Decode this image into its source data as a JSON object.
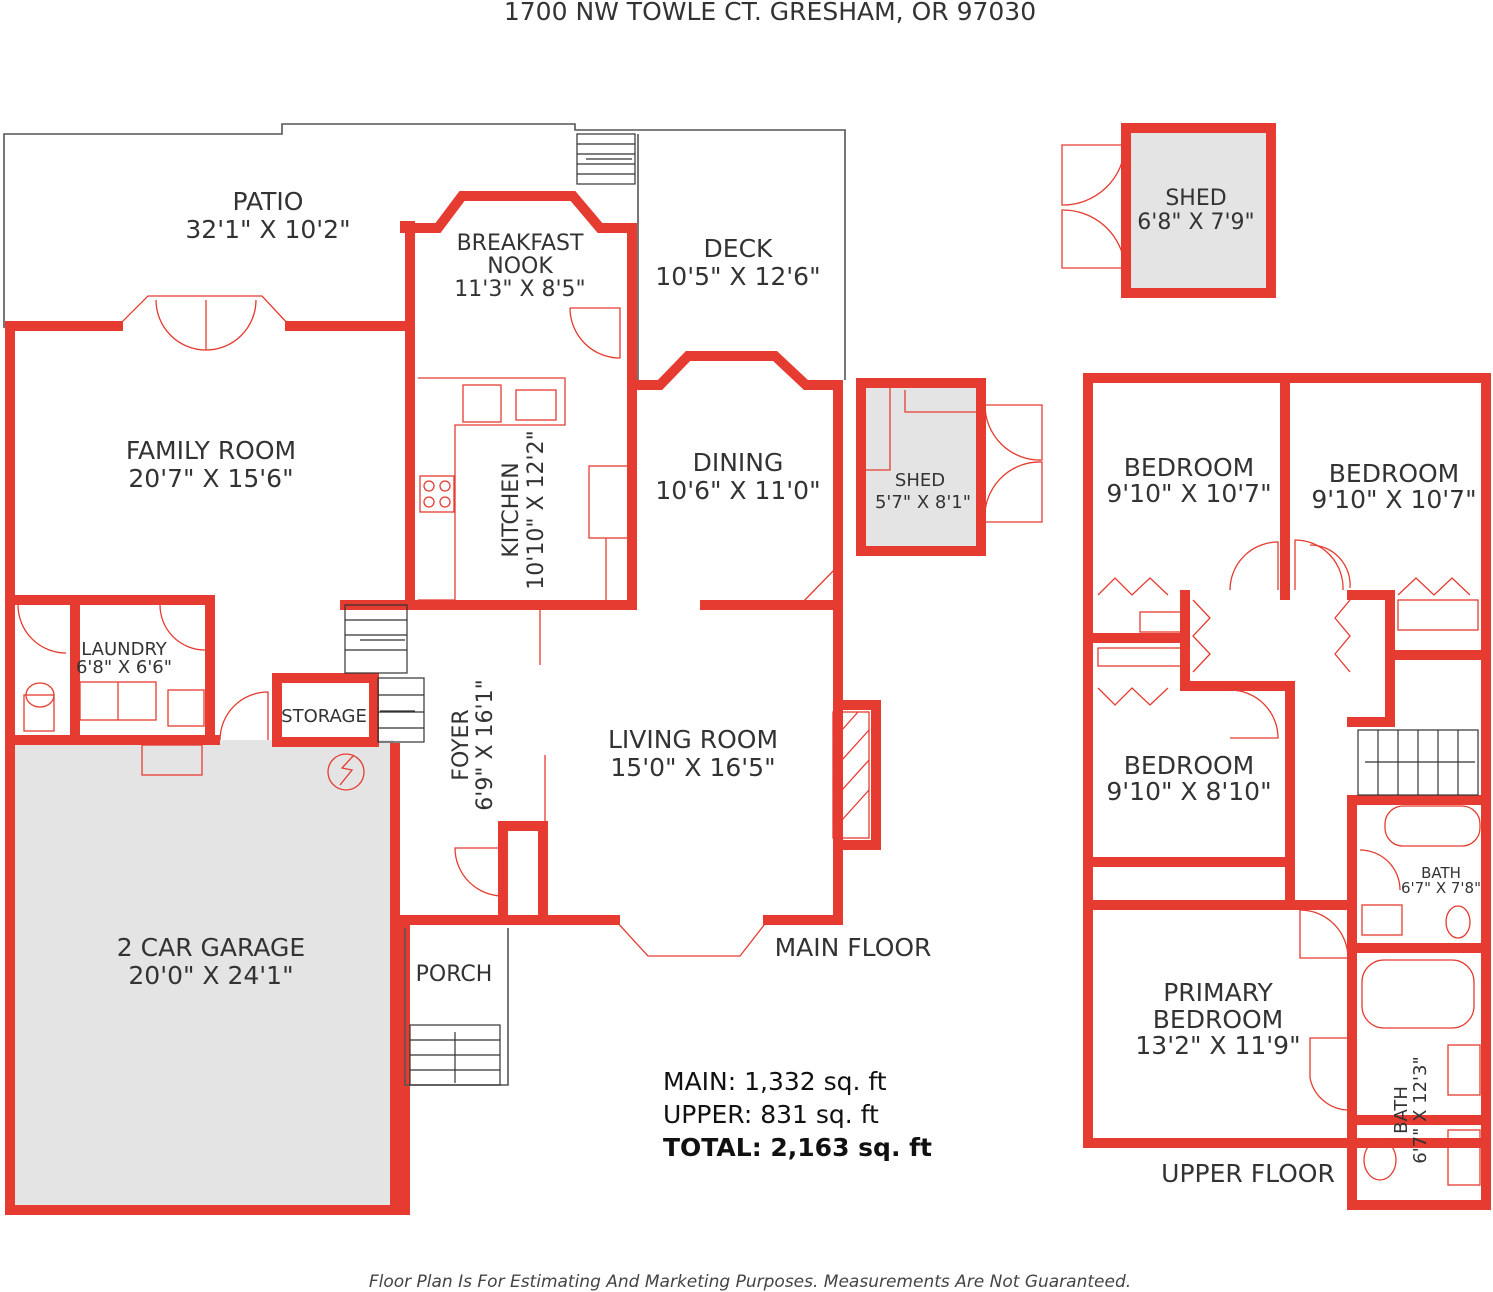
{
  "address": "1700 NW TOWLE CT. GRESHAM, OR 97030",
  "rooms": {
    "patio": {
      "name": "PATIO",
      "dim": "32'1\" X 10'2\""
    },
    "breakfast_nook": {
      "line1": "BREAKFAST",
      "line2": "NOOK",
      "dim": "11'3\" X 8'5\""
    },
    "deck": {
      "name": "DECK",
      "dim": "10'5\" X 12'6\""
    },
    "shed_top": {
      "name": "SHED",
      "dim": "6'8\" X 7'9\""
    },
    "family_room": {
      "name": "FAMILY ROOM",
      "dim": "20'7\" X 15'6\""
    },
    "kitchen": {
      "name": "KITCHEN",
      "dim": "10'10\" X 12'2\""
    },
    "dining": {
      "name": "DINING",
      "dim": "10'6\" X 11'0\""
    },
    "shed_small": {
      "name": "SHED",
      "dim": "5'7\" X 8'1\""
    },
    "laundry": {
      "name": "LAUNDRY",
      "dim": "6'8\" X 6'6\""
    },
    "storage": {
      "name": "STORAGE"
    },
    "foyer": {
      "name": "FOYER",
      "dim": "6'9\" X 16'1\""
    },
    "living_room": {
      "name": "LIVING ROOM",
      "dim": "15'0\" X 16'5\""
    },
    "garage": {
      "name": "2 CAR GARAGE",
      "dim": "20'0\" X 24'1\""
    },
    "porch": {
      "name": "PORCH"
    },
    "bedroom_1": {
      "name": "BEDROOM",
      "dim": "9'10\" X 10'7\""
    },
    "bedroom_2": {
      "name": "BEDROOM",
      "dim": "9'10\" X 10'7\""
    },
    "bedroom_3": {
      "name": "BEDROOM",
      "dim": "9'10\" X 8'10\""
    },
    "bath_upper": {
      "name": "BATH",
      "dim": "6'7\" X 7'8\""
    },
    "primary_bedroom": {
      "line1": "PRIMARY",
      "line2": "BEDROOM",
      "dim": "13'2\" X 11'9\""
    },
    "bath_primary": {
      "name": "BATH",
      "dim": "6'7\" X 12'3\""
    }
  },
  "floor_labels": {
    "main": "MAIN FLOOR",
    "upper": "UPPER FLOOR"
  },
  "areas": {
    "main": "MAIN: 1,332 sq. ft",
    "upper": "UPPER: 831 sq. ft",
    "total": "TOTAL: 2,163 sq. ft"
  },
  "disclaimer": "Floor Plan Is For Estimating And Marketing Purposes. Measurements Are Not Guaranteed.",
  "colors": {
    "wall": "#e63b30",
    "garage_fill": "#e4e4e4",
    "text": "#333333"
  }
}
